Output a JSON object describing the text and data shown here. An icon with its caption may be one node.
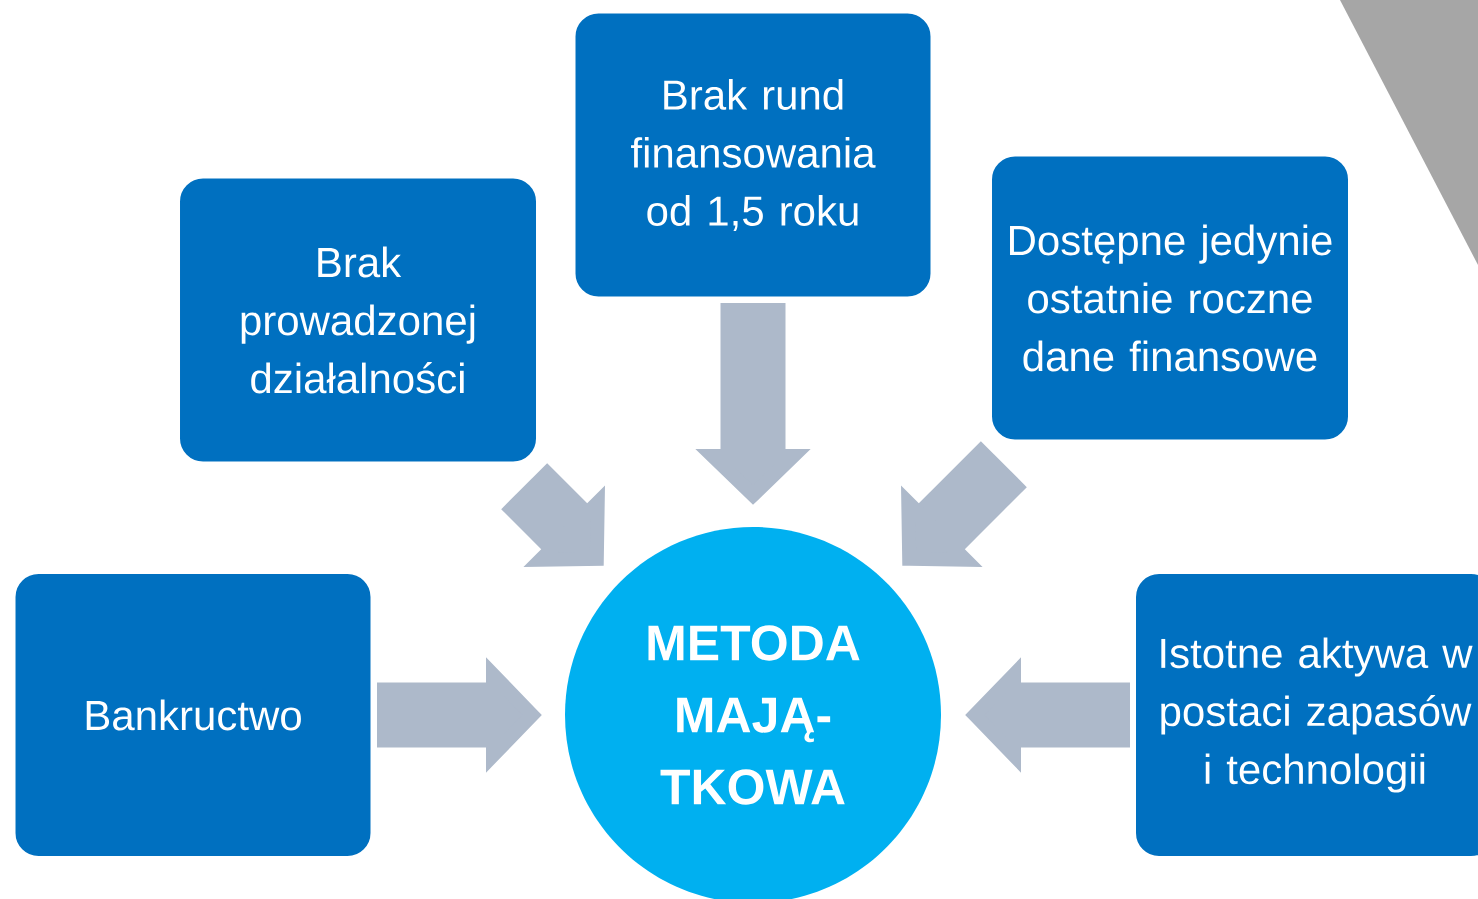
{
  "diagram": {
    "nodes": [
      {
        "text": [
          "Brak prowadzonej działalności"
        ]
      },
      {
        "text": [
          "Brak rund finansowania od 1,5 roku"
        ]
      },
      {
        "text": [
          "Dostępne jedynie ostatnie roczne dane finansowe"
        ]
      },
      {
        "text": [
          "Bankructwo"
        ]
      },
      {
        "text": [
          "Istotne aktywa w postaci zapasów i technologii"
        ]
      },
      {
        "text": [
          "METODA MAJĄ- TKOWA"
        ]
      }
    ],
    "edges": [
      {
        "from": 0,
        "to": 5,
        "arrow": "to"
      },
      {
        "from": 1,
        "to": 5,
        "arrow": "to"
      },
      {
        "from": 2,
        "to": 5,
        "arrow": "to"
      },
      {
        "from": 3,
        "to": 5,
        "arrow": "to"
      },
      {
        "from": 4,
        "to": 5,
        "arrow": "to"
      }
    ]
  }
}
